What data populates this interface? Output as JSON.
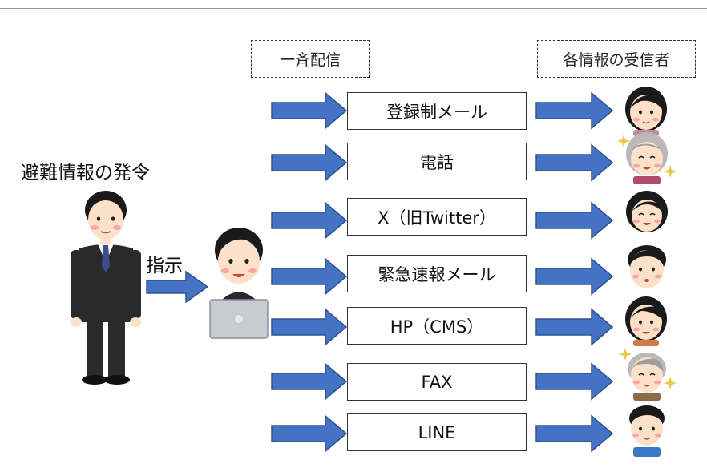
{
  "header": {
    "broadcast_label": "一斉配信",
    "recipients_label": "各情報の受信者"
  },
  "issuer": {
    "title": "避難情報の発令",
    "instruction_label": "指示"
  },
  "channels": [
    {
      "label": "登録制メール"
    },
    {
      "label": "電話"
    },
    {
      "label": "X（旧Twitter）"
    },
    {
      "label": "緊急速報メール"
    },
    {
      "label": "HP（CMS）"
    },
    {
      "label": "FAX"
    },
    {
      "label": "LINE"
    }
  ],
  "colors": {
    "arrow_fill": "#4472c4",
    "arrow_stroke": "#2f528f",
    "box_border": "#333333",
    "skin": "#fde0c8",
    "cheek": "#f7a7a7",
    "hair": "#1a1a1a",
    "grey_hair": "#b9b9b9",
    "suit": "#2a2a2a"
  },
  "icons": {
    "official": "official-man-icon",
    "operator": "operator-at-laptop-icon",
    "recipients": [
      "woman-icon",
      "elderly-woman-icon",
      "girl-icon",
      "man-icon",
      "woman-icon",
      "elderly-man-icon",
      "boy-icon"
    ]
  }
}
